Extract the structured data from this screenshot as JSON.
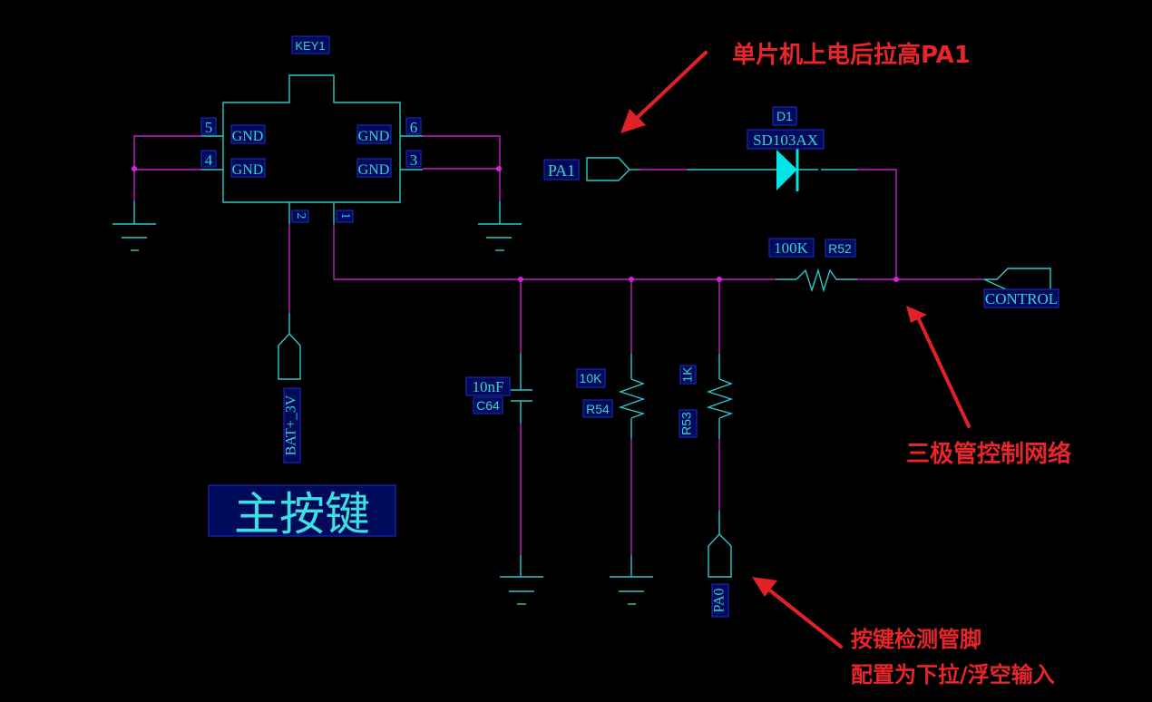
{
  "schematic": {
    "title": "主按键",
    "key": {
      "ref": "KEY1",
      "pins": [
        {
          "num": "5",
          "name": "GND"
        },
        {
          "num": "4",
          "name": "GND"
        },
        {
          "num": "6",
          "name": "GND"
        },
        {
          "num": "3",
          "name": "GND"
        },
        {
          "num": "2",
          "name": ""
        },
        {
          "num": "1",
          "name": ""
        }
      ]
    },
    "ports": {
      "pa1": "PA1",
      "control": "CONTROL",
      "pa0": "PA0",
      "bat": "BAT+_3V"
    },
    "diode": {
      "ref": "D1",
      "value": "SD103AX"
    },
    "r52": {
      "ref": "R52",
      "value": "100K"
    },
    "r54": {
      "ref": "R54",
      "value": "10K"
    },
    "r53": {
      "ref": "R53",
      "value": "1K"
    },
    "c64": {
      "ref": "C64",
      "value": "10nF"
    }
  },
  "annotations": {
    "pa1_note": "单片机上电后拉高PA1",
    "transistor_note": "三极管控制网络",
    "pa0_note_line1": "按键检测管脚",
    "pa0_note_line2": "配置为下拉/浮空输入"
  },
  "colors": {
    "wire": "#c81fc8",
    "part": "#2ec7c7",
    "annotation": "#e8252a",
    "background": "#000000"
  }
}
